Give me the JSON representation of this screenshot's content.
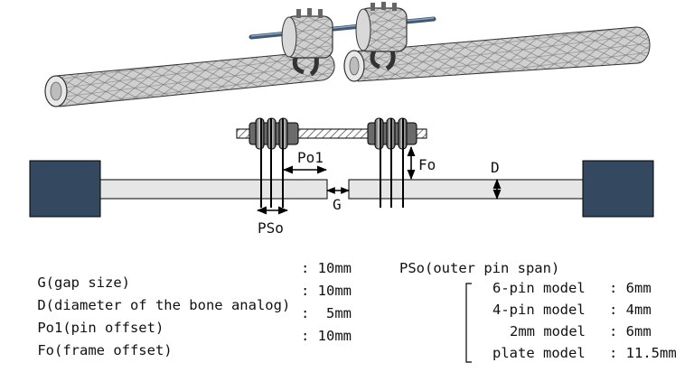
{
  "diagram": {
    "labels": {
      "po1": "Po1",
      "fo": "Fo",
      "d": "D",
      "g": "G",
      "pso": "PSo"
    }
  },
  "legend_left": [
    {
      "label": "G(gap size)",
      "value": ": 10mm"
    },
    {
      "label": "D(diameter of the bone analog)",
      "value": ": 10mm"
    },
    {
      "label": "Po1(pin offset)",
      "value": ":  5mm"
    },
    {
      "label": "Fo(frame offset)",
      "value": ": 10mm"
    }
  ],
  "legend_right": {
    "title": "PSo(outer pin span)",
    "items": [
      {
        "label": "6-pin model",
        "value": ": 6mm"
      },
      {
        "label": "4-pin model",
        "value": ": 4mm"
      },
      {
        "label": "2mm model",
        "value": ": 6mm"
      },
      {
        "label": "plate model",
        "value": ": 11.5mm"
      }
    ]
  }
}
